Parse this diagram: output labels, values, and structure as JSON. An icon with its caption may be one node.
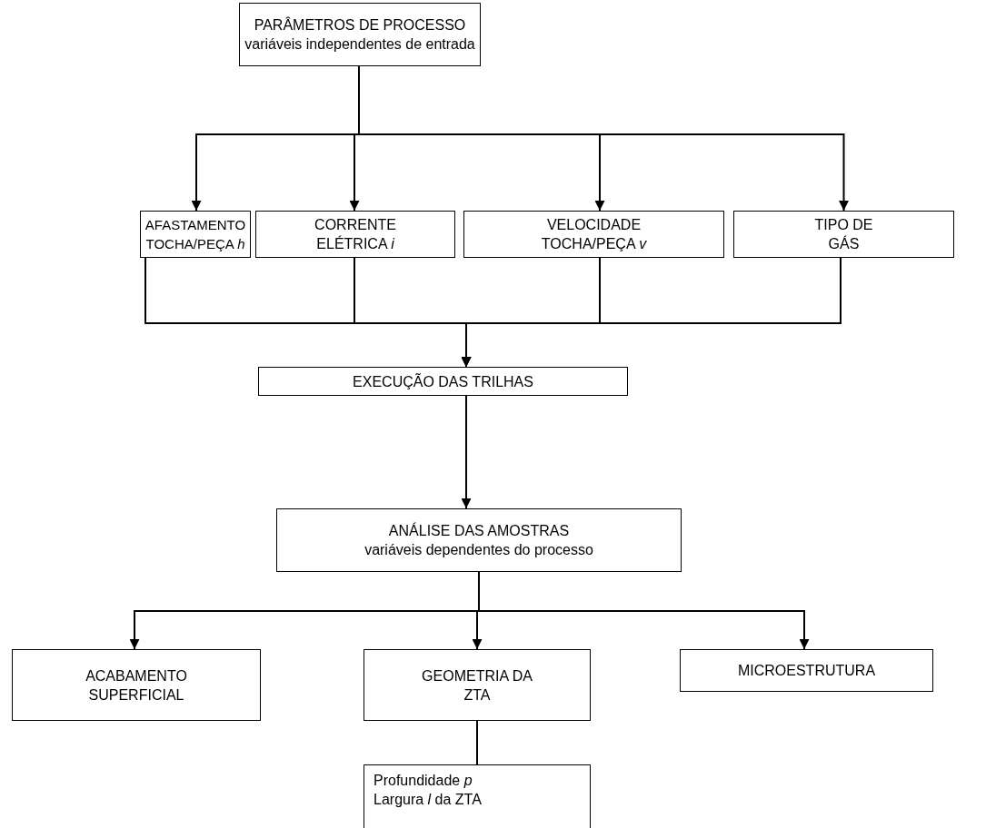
{
  "diagram": {
    "nodes": [
      {
        "text": [
          "PARÂMETROS DE PROCESSO",
          "variáveis independentes de entrada"
        ]
      },
      {
        "text": [
          "AFASTAMENTO TOCHA/PEÇA *h*"
        ]
      },
      {
        "text": [
          "CORRENTE ELÉTRICA *i*"
        ]
      },
      {
        "text": [
          "VELOCIDADE TOCHA/PEÇA *v*"
        ]
      },
      {
        "text": [
          "TIPO DE GÁS"
        ]
      },
      {
        "text": [
          "EXECUÇÃO DAS TRILHAS"
        ]
      },
      {
        "text": [
          "ANÁLISE DAS AMOSTRAS",
          "variáveis dependentes do processo"
        ]
      },
      {
        "text": [
          "ACABAMENTO SUPERFICIAL"
        ]
      },
      {
        "text": [
          "GEOMETRIA DA ZTA"
        ]
      },
      {
        "text": [
          "MICROESTRUTURA"
        ]
      },
      {
        "text": [
          "Profundidade *p*",
          "Largura *l* da ZTA"
        ]
      }
    ],
    "edges": [
      {
        "from": 0,
        "to": 1,
        "arrow": "to"
      },
      {
        "from": 0,
        "to": 2,
        "arrow": "to"
      },
      {
        "from": 0,
        "to": 3,
        "arrow": "to"
      },
      {
        "from": 0,
        "to": 4,
        "arrow": "to"
      },
      {
        "from": 1,
        "to": 5,
        "arrow": "to"
      },
      {
        "from": 2,
        "to": 5,
        "arrow": "to"
      },
      {
        "from": 3,
        "to": 5,
        "arrow": "to"
      },
      {
        "from": 4,
        "to": 5,
        "arrow": "to"
      },
      {
        "from": 5,
        "to": 6,
        "arrow": "to"
      },
      {
        "from": 6,
        "to": 7,
        "arrow": "to"
      },
      {
        "from": 6,
        "to": 8,
        "arrow": "to"
      },
      {
        "from": 6,
        "to": 9,
        "arrow": "to"
      },
      {
        "from": 8,
        "to": 10,
        "arrow": "none"
      }
    ]
  }
}
